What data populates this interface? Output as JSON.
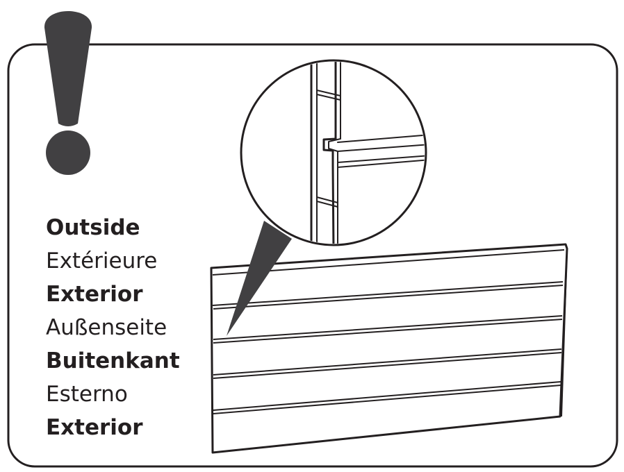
{
  "labels": [
    {
      "text": "Outside",
      "bold": true
    },
    {
      "text": "Extérieure",
      "bold": false
    },
    {
      "text": "Exterior",
      "bold": true
    },
    {
      "text": "Außenseite",
      "bold": false
    },
    {
      "text": "Buitenkant",
      "bold": true
    },
    {
      "text": "Esterno",
      "bold": false
    },
    {
      "text": "Exterior",
      "bold": true
    }
  ],
  "icons": {
    "warning": "exclamation-icon"
  },
  "colors": {
    "ink": "#231f20",
    "icon": "#414042",
    "background": "#ffffff"
  }
}
